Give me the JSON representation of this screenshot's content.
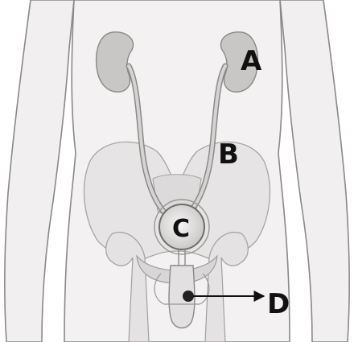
{
  "diagram": {
    "labels": {
      "a": "A",
      "b": "B",
      "c": "C",
      "d": "D"
    }
  },
  "colors": {
    "skin": "#f1efef",
    "outline": "#8a8888",
    "kidney": "#c9c6c6",
    "ureter": "#b9b6b6",
    "bone": "#e4e2e2",
    "label": "#111111"
  }
}
